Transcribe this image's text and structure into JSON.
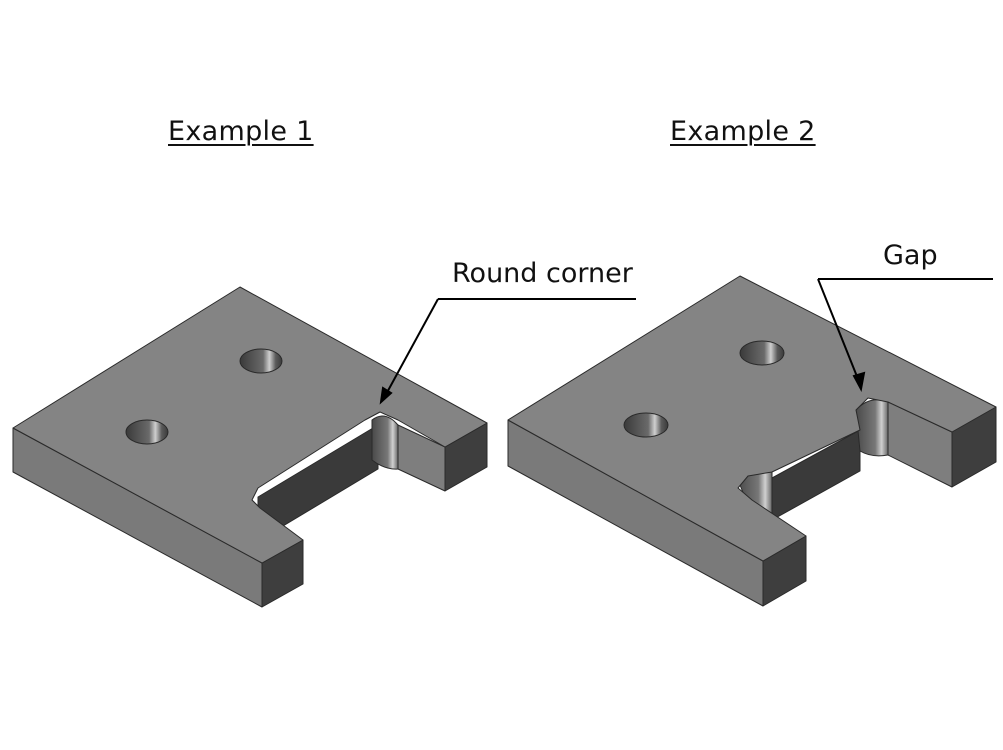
{
  "examples": [
    {
      "title": "Example 1",
      "callout": "Round corner"
    },
    {
      "title": "Example 2",
      "callout": "Gap"
    }
  ],
  "colors": {
    "top_face": "#848484",
    "front_face": "#7a7a7a",
    "dark_face": "#3e3e3e",
    "edge": "#2a2a2a",
    "leader": "#000000"
  }
}
